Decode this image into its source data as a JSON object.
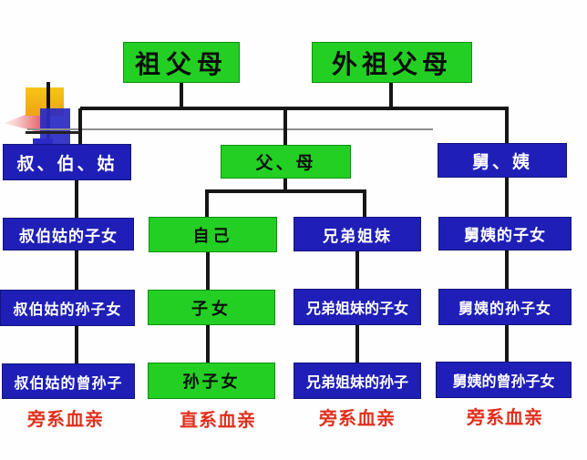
{
  "diagram": {
    "type": "kinship-family-tree",
    "colors": {
      "node_green": "#23cf23",
      "node_blue": "#1f1fb8",
      "category_red": "#e0301e",
      "connector_black": "#161616",
      "text_on_green": "#0b0b0b",
      "text_on_blue": "#ffffff"
    },
    "nodes": [
      {
        "label": "祖父母",
        "variant": "green"
      },
      {
        "label": "外祖父母",
        "variant": "green"
      },
      {
        "label": "叔、伯、姑",
        "variant": "blue"
      },
      {
        "label": "父、母",
        "variant": "green"
      },
      {
        "label": "舅、姨",
        "variant": "blue"
      },
      {
        "label": "叔伯姑的子女",
        "variant": "blue"
      },
      {
        "label": "自己",
        "variant": "green"
      },
      {
        "label": "兄弟姐妹",
        "variant": "blue"
      },
      {
        "label": "舅姨的子女",
        "variant": "blue"
      },
      {
        "label": "叔伯姑的孙子女",
        "variant": "blue"
      },
      {
        "label": "子女",
        "variant": "green"
      },
      {
        "label": "兄弟姐妹的子女",
        "variant": "blue"
      },
      {
        "label": "舅姨的孙子女",
        "variant": "blue"
      },
      {
        "label": "叔伯姑的曾孙子",
        "variant": "blue"
      },
      {
        "label": "孙子女",
        "variant": "green"
      },
      {
        "label": "兄弟姐妹的孙子",
        "variant": "blue"
      },
      {
        "label": "舅姨的曾孙子女",
        "variant": "blue"
      }
    ],
    "categories": [
      {
        "label": "旁系血亲"
      },
      {
        "label": "直系血亲"
      },
      {
        "label": "旁系血亲"
      },
      {
        "label": "旁系血亲"
      }
    ],
    "watermark": {
      "icon": "colored-logo-watermark"
    }
  }
}
